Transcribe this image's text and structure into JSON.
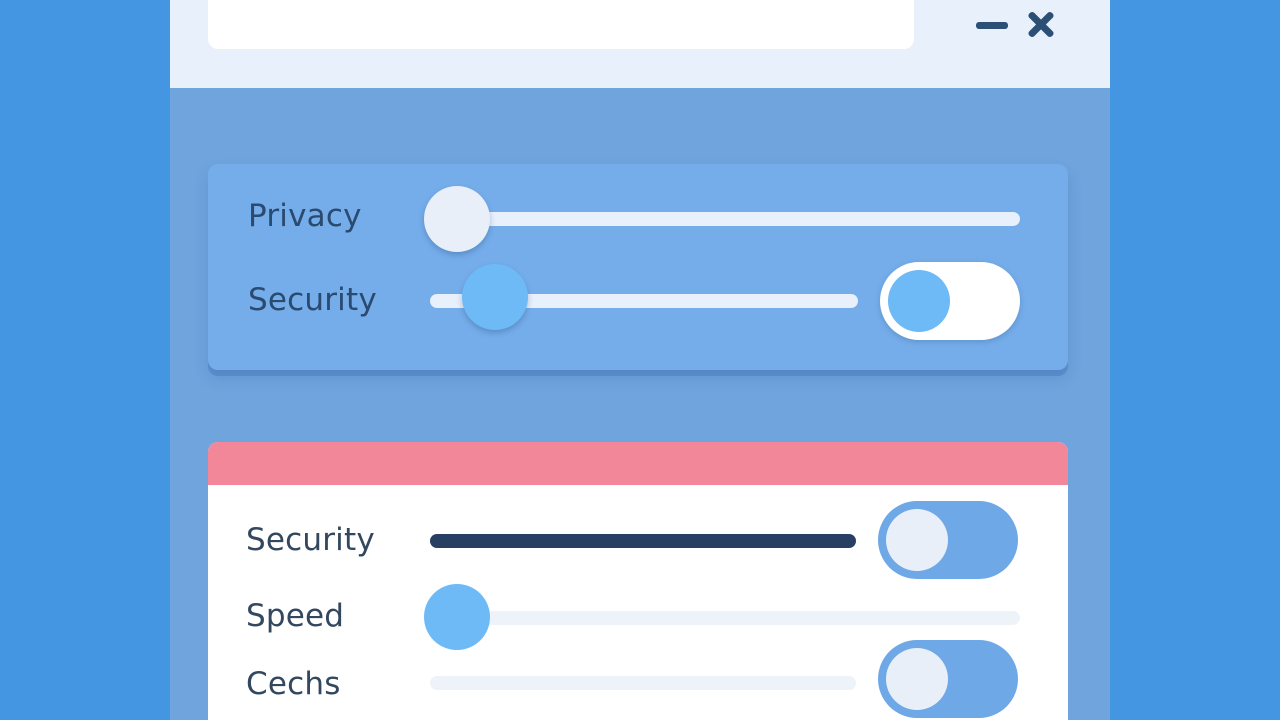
{
  "window": {
    "title": "",
    "minimize_icon": "minimize-icon",
    "close_icon": "close-icon"
  },
  "settings_panel": {
    "rows": [
      {
        "label": "Privacy",
        "slider_level": 0.0
      },
      {
        "label": "Security",
        "slider_level": 0.1,
        "toggle_on": true
      }
    ]
  },
  "advanced_panel": {
    "header_color": "#f28799",
    "rows": [
      {
        "label": "Security",
        "bar_fill": 1.0,
        "toggle_on": false
      },
      {
        "label": "Speed",
        "slider_level": 0.0
      },
      {
        "label": "Cechs",
        "bar_fill": 0.0,
        "toggle_on": false
      }
    ]
  },
  "colors": {
    "background": "#4596e2",
    "window_body": "#6fa4dd",
    "accent_blue": "#6dbaf7",
    "dark_navy": "#263f62"
  }
}
